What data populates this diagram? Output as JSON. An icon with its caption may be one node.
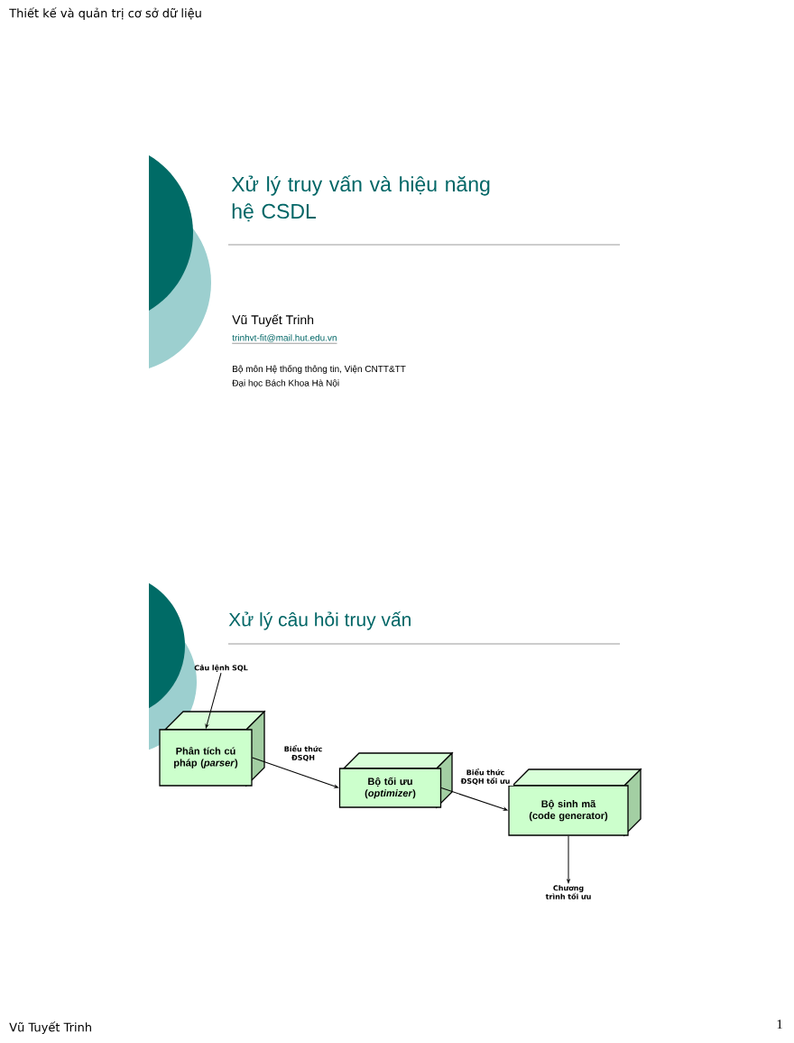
{
  "diagram": {
    "nodes": [
      {
        "text": [
          "Câu lệnh SQL"
        ]
      },
      {
        "text": [
          "Phân tích cú pháp (*parser*)"
        ]
      },
      {
        "text": [
          "Bộ tối ưu (*optimizer*)"
        ]
      },
      {
        "text": [
          "Bộ sinh mã (code generator)"
        ]
      },
      {
        "text": [
          "Chương trình tối ưu"
        ]
      }
    ],
    "edges": [
      {
        "from": 0,
        "to": 1,
        "arrow": "to"
      },
      {
        "from": 1,
        "to": 2,
        "arrow": "to",
        "label": "Biểu thức ĐSQH"
      },
      {
        "from": 2,
        "to": 3,
        "arrow": "to",
        "label": "Biểu thức ĐSQH tối ưu"
      },
      {
        "from": 3,
        "to": 4,
        "arrow": "to"
      }
    ],
    "labels": [
      "Thiết kế và quản trị cơ sở dữ liệu",
      "Xử lý truy vấn và hiệu năng hệ CSDL",
      "Vũ Tuyết Trinh",
      "trinhvt-fit@mail.hut.edu.vn",
      "Bộ môn Hệ thống thông tin, Viện CNTT&TT",
      "Đại học Bách Khoa Hà Nội",
      "Xử lý câu hỏi truy vấn",
      "Vũ Tuyết Trinh",
      "1"
    ]
  }
}
